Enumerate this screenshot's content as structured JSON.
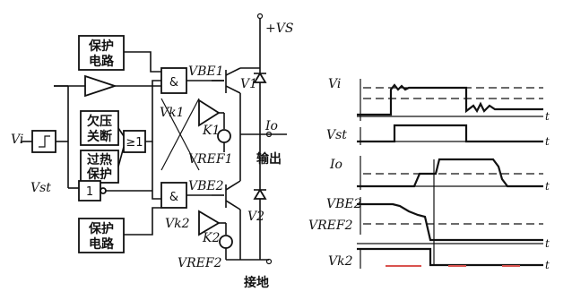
{
  "circuit": {
    "supply_label": "+VS",
    "protect_top": [
      "保护",
      "电路"
    ],
    "protect_bottom": [
      "保护",
      "电路"
    ],
    "undervoltage": [
      "欠压",
      "关断"
    ],
    "overheat": [
      "过热",
      "保护"
    ],
    "or_gate": "≥1",
    "and_gate_top": "&",
    "and_gate_bottom": "&",
    "inverter": "1",
    "input_label": "Vi",
    "vst_label": "Vst",
    "vbe1_label": "VBE1",
    "vk1_label": "Vk1",
    "v1_label": "V1",
    "k1_label": "K1",
    "vref1_label": "VREF1",
    "io_label": "Io",
    "output_label": "输出",
    "vbe2_label": "VBE2",
    "vk2_label": "Vk2",
    "v2_label": "V2",
    "k2_label": "K2",
    "vref2_label": "VREF2",
    "ground_label": "接地"
  },
  "timing": {
    "traces": [
      {
        "id": "vi",
        "label": "Vi"
      },
      {
        "id": "vst",
        "label": "Vst"
      },
      {
        "id": "io",
        "label": "Io"
      },
      {
        "id": "vbe2",
        "label": "VBE2"
      },
      {
        "id": "vref2",
        "label": "VREF2"
      },
      {
        "id": "vk2",
        "label": "Vk2"
      }
    ],
    "axis_labels": [
      "t",
      "t",
      "t",
      "t",
      "t"
    ],
    "accent_color": "#d9534f"
  }
}
